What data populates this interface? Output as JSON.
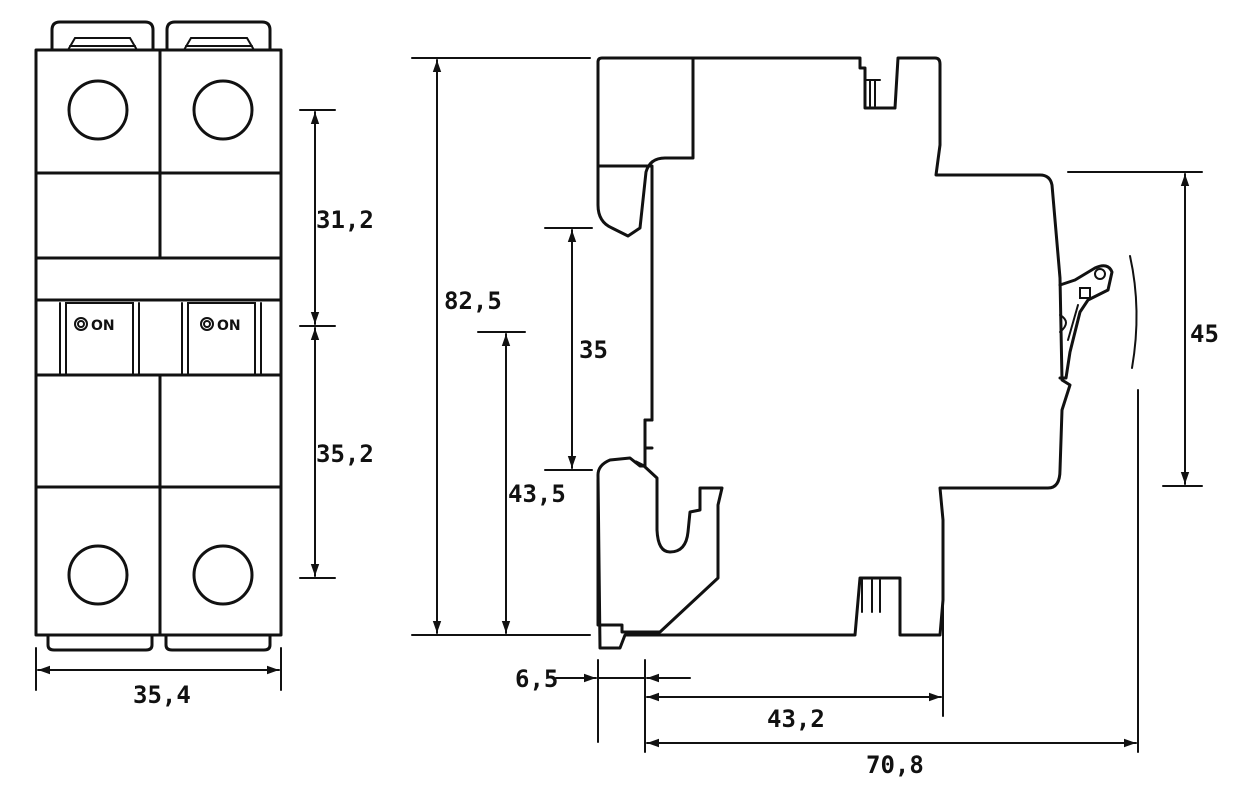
{
  "front_view": {
    "on_labels": [
      "ON",
      "ON"
    ],
    "width_dim": "35,4",
    "upper_dim": "31,2",
    "lower_dim": "35,2"
  },
  "side_view": {
    "height_dim": "82,5",
    "rail_dim": "35",
    "rail_to_bottom_dim": "43,5",
    "front_dim": "45",
    "rail_offset_dim": "6,5",
    "depth_dim": "43,2",
    "total_depth_dim": "70,8"
  }
}
